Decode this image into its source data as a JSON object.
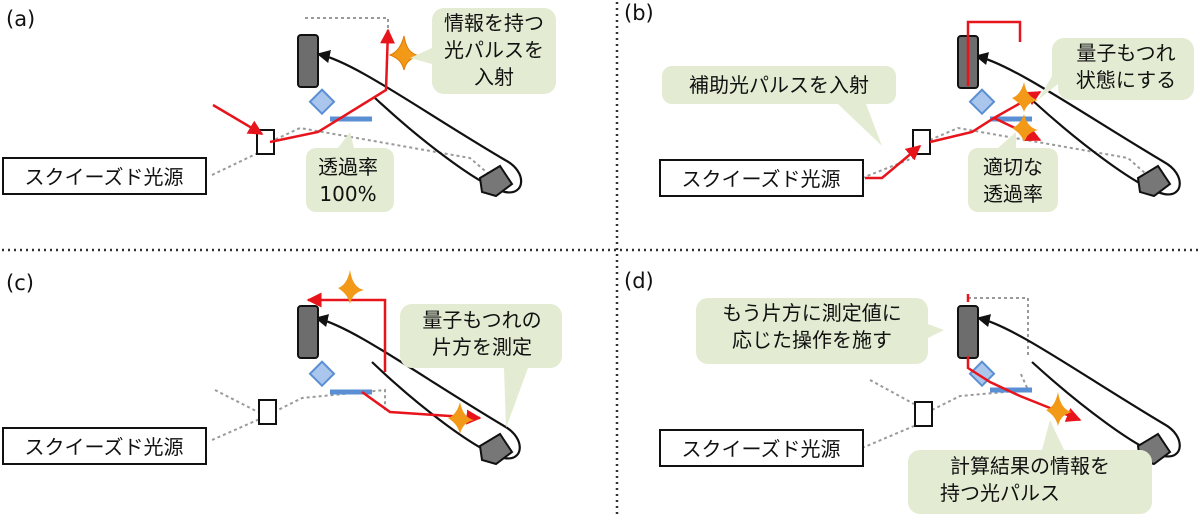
{
  "panels": [
    {
      "label": "(a)",
      "source_label": "スクイーズド光源",
      "callouts": [
        {
          "lines": [
            "情報を持つ",
            "光パルスを",
            "入射"
          ]
        },
        {
          "lines": [
            "透過率",
            "100%"
          ]
        }
      ]
    },
    {
      "label": "(b)",
      "source_label": "スクイーズド光源",
      "callouts": [
        {
          "lines": [
            "量子もつれ",
            "状態にする"
          ]
        },
        {
          "lines": [
            "補助光パルスを入射"
          ]
        },
        {
          "lines": [
            "適切な",
            "透過率"
          ]
        }
      ]
    },
    {
      "label": "(c)",
      "source_label": "スクイーズド光源",
      "callouts": [
        {
          "lines": [
            "量子もつれの",
            "片方を測定"
          ]
        }
      ]
    },
    {
      "label": "(d)",
      "source_label": "スクイーズド光源",
      "callouts": [
        {
          "lines": [
            "もう片方に測定値に",
            "応じた操作を施す"
          ]
        },
        {
          "lines": [
            "計算結果の情報を",
            "持つ光パルス"
          ]
        }
      ]
    }
  ],
  "colors": {
    "beam": "#e8141c",
    "fiber": "#111111",
    "guide": "#9a9a9a",
    "callout_fill": "#e3ecd2",
    "beam_splitter": "#5b8fd4",
    "cube": "#aac6ec",
    "mirror": "#6d6d6d",
    "pulse": "#f29a18"
  }
}
